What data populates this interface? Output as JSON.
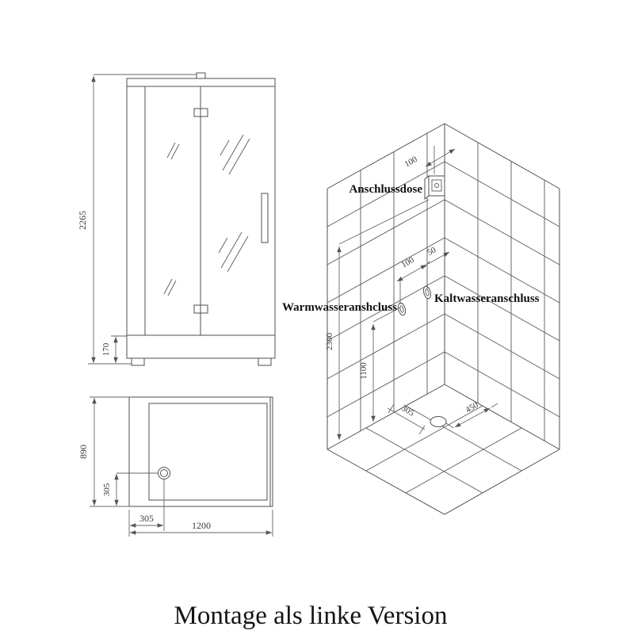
{
  "title": "Montage als linke Version",
  "front_view": {
    "height_mm": "2265",
    "base_height_mm": "170"
  },
  "plan_view": {
    "depth_mm": "890",
    "drain_from_front_mm": "305",
    "drain_from_left_mm": "305",
    "width_mm": "1200"
  },
  "iso_view": {
    "labels": {
      "connection_box": "Anschlussdose",
      "warm_water": "Warmwasseranshcluss",
      "cold_water": "Kaltwasseranschluss"
    },
    "dims": {
      "box_from_corner_mm": "100",
      "warm_to_cold_mm": "100",
      "cold_to_corner_mm": "50",
      "box_height_mm": "2300",
      "valve_height_mm": "1100",
      "drain_from_left_wall_mm": "305",
      "drain_from_right_wall_mm": "450"
    }
  },
  "colors": {
    "line": "#4f4f4f",
    "tile_line": "#5a5a5a",
    "dim_line": "#666666",
    "dim_text": "#3a3a3a",
    "label_text": "#111111"
  }
}
